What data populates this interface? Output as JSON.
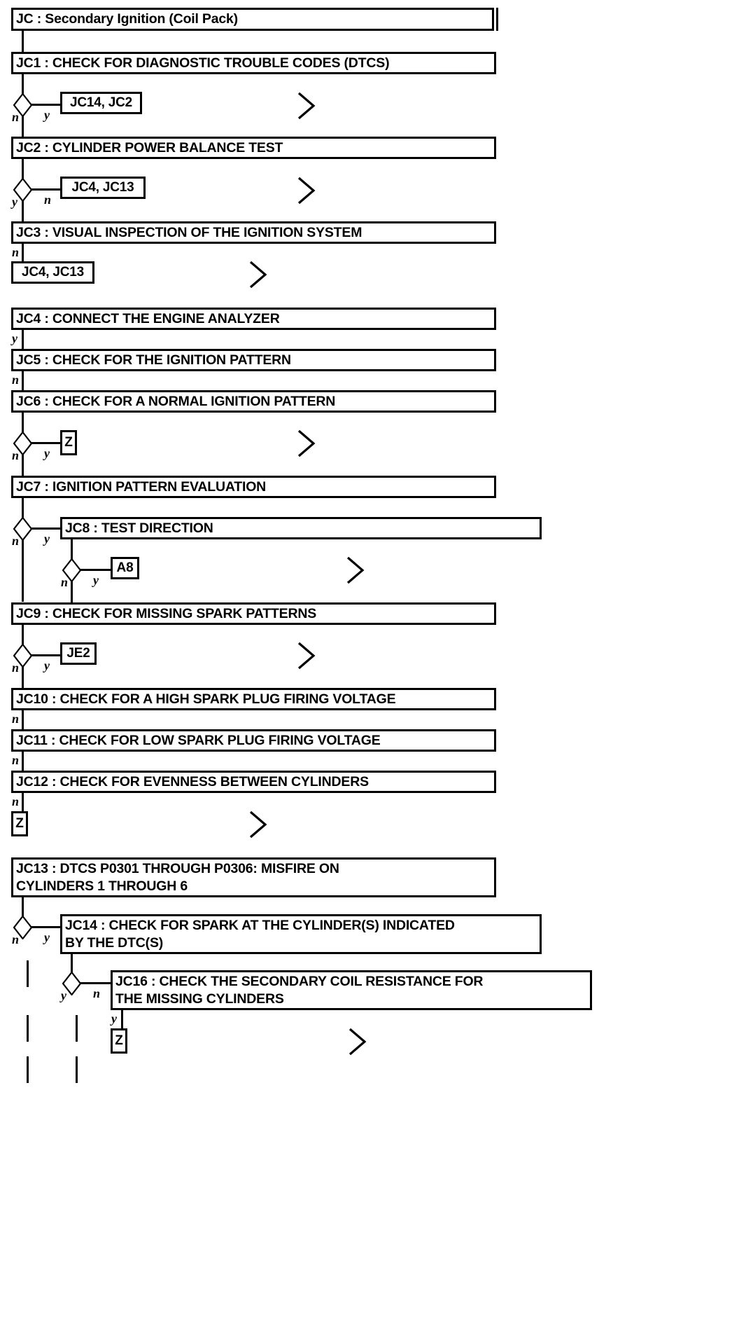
{
  "diagram": {
    "title": "JC : Secondary Ignition (Coil Pack)",
    "type": "flowchart",
    "steps": [
      {
        "id": "JC",
        "label": "JC : Secondary Ignition (Coil Pack)"
      },
      {
        "id": "JC1",
        "label": "JC1 : CHECK FOR DIAGNOSTIC TROUBLE CODES (DTCS)"
      },
      {
        "id": "JC2",
        "label": "JC2 : CYLINDER POWER BALANCE TEST"
      },
      {
        "id": "JC3",
        "label": "JC3 : VISUAL INSPECTION OF THE IGNITION SYSTEM"
      },
      {
        "id": "JC4",
        "label": "JC4 : CONNECT THE ENGINE ANALYZER"
      },
      {
        "id": "JC5",
        "label": "JC5 : CHECK FOR THE IGNITION PATTERN"
      },
      {
        "id": "JC6",
        "label": "JC6 : CHECK FOR A NORMAL IGNITION PATTERN"
      },
      {
        "id": "JC7",
        "label": "JC7 : IGNITION PATTERN EVALUATION"
      },
      {
        "id": "JC8",
        "label": "JC8 : TEST DIRECTION"
      },
      {
        "id": "JC9",
        "label": "JC9 : CHECK FOR MISSING SPARK PATTERNS"
      },
      {
        "id": "JC10",
        "label": "JC10 : CHECK FOR A HIGH SPARK PLUG FIRING VOLTAGE"
      },
      {
        "id": "JC11",
        "label": "JC11 : CHECK FOR LOW SPARK PLUG FIRING VOLTAGE"
      },
      {
        "id": "JC12",
        "label": "JC12 : CHECK FOR EVENNESS BETWEEN CYLINDERS"
      },
      {
        "id": "JC13",
        "label": "JC13 : DTCS P0301 THROUGH P0306: MISFIRE ON\nCYLINDERS 1 THROUGH 6"
      },
      {
        "id": "JC14",
        "label": "JC14 : CHECK FOR SPARK AT THE CYLINDER(S) INDICATED\nBY THE DTC(S)"
      },
      {
        "id": "JC16",
        "label": "JC16 : CHECK THE SECONDARY COIL RESISTANCE FOR\nTHE MISSING CYLINDERS"
      }
    ],
    "references": [
      {
        "id": "ref1",
        "label": "JC14, JC2"
      },
      {
        "id": "ref2",
        "label": "JC4, JC13"
      },
      {
        "id": "ref3",
        "label": "JC4, JC13"
      },
      {
        "id": "ref4",
        "label": "Z"
      },
      {
        "id": "ref5",
        "label": "A8"
      },
      {
        "id": "ref6",
        "label": "JE2"
      },
      {
        "id": "ref7",
        "label": "Z"
      },
      {
        "id": "ref8",
        "label": "Z"
      }
    ],
    "branch_labels": {
      "yes": "y",
      "no": "n"
    },
    "branches": [
      {
        "from": "JC1",
        "yes": "y",
        "no": "n",
        "yes_target": "JC14, JC2"
      },
      {
        "from": "JC2",
        "yes": "y",
        "no": "n",
        "no_target": "JC4, JC13"
      },
      {
        "from": "JC3",
        "no": "n",
        "no_target": "JC4, JC13"
      },
      {
        "from": "JC4",
        "yes": "y"
      },
      {
        "from": "JC5",
        "no": "n"
      },
      {
        "from": "JC6",
        "yes": "y",
        "no": "n",
        "yes_target": "Z"
      },
      {
        "from": "JC7",
        "yes": "y",
        "no": "n",
        "yes_target": "JC8"
      },
      {
        "from": "JC8",
        "yes": "y",
        "no": "n",
        "yes_target": "A8"
      },
      {
        "from": "JC9",
        "yes": "y",
        "no": "n",
        "yes_target": "JE2"
      },
      {
        "from": "JC10",
        "no": "n"
      },
      {
        "from": "JC11",
        "no": "n"
      },
      {
        "from": "JC12",
        "no": "n",
        "no_target": "Z"
      },
      {
        "from": "JC13",
        "yes": "y",
        "no": "n",
        "yes_target": "JC14"
      },
      {
        "from": "JC14",
        "yes": "y",
        "no": "n",
        "no_target": "JC16"
      },
      {
        "from": "JC16",
        "yes": "y",
        "yes_target": "Z"
      }
    ],
    "continuation_marker": "›"
  }
}
